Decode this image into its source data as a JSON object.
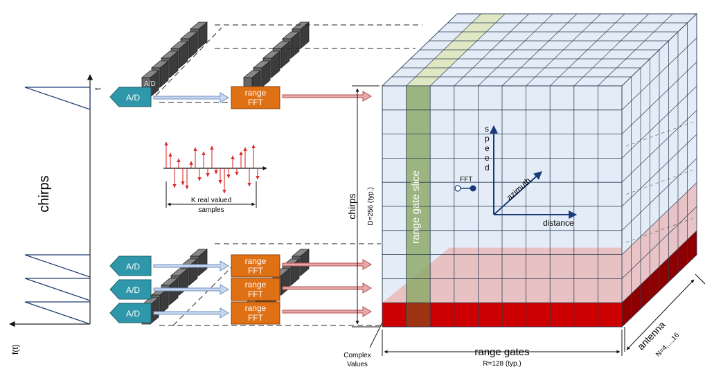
{
  "labels": {
    "t_axis": "t",
    "ft_axis": "f(t)",
    "chirps_left": "chirps",
    "ad_label": "A/D",
    "ad_shadow": "A/D",
    "range_fft_line1": "range",
    "range_fft_line2": "FFT",
    "k_samples_line1": "K real valued",
    "k_samples_line2": "samples",
    "chirps_dim": "chirps",
    "chirps_dim_sub": "D=256 (typ.)",
    "range_gate_slice": "range gate slice",
    "fft": "FFT",
    "speed": "s p e e d",
    "azimuth": "azimuth",
    "distance": "distance",
    "range_gates": "range gates",
    "range_gates_sub": "R=128 (typ.)",
    "antenna": "antenna",
    "antenna_sub": "N=4,...,16",
    "complex_line1": "Complex",
    "complex_line2": "Values"
  },
  "colors": {
    "ad_fill": "#2e97aa",
    "fft_fill": "#e07014",
    "stack_fill": "#666666",
    "cube_face": "#e4edf7",
    "cube_line": "#2d3d55",
    "slice_green": "#8fa96a",
    "slice_top": "#dfe8c2",
    "red_layer": "#cc0000",
    "red_side": "#8e0000",
    "pink": "#e9b9b9",
    "arrow_blue": "#9fb8de",
    "arrow_red": "#c66a6a",
    "signal_red": "#d92d2d",
    "axis_navy": "#1a3a7a"
  }
}
